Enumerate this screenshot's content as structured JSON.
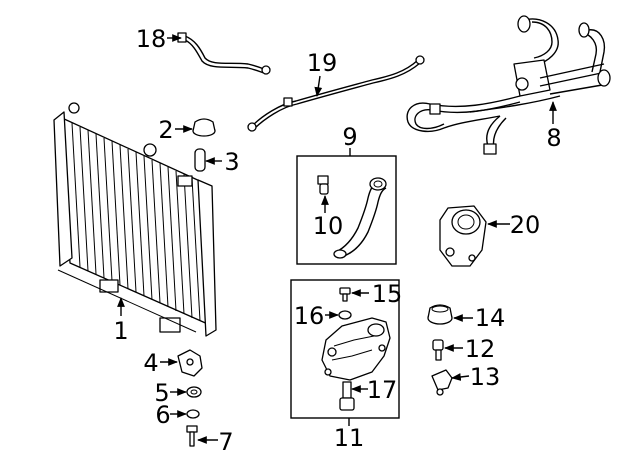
{
  "diagram": {
    "callouts": [
      {
        "id": "1",
        "text": "1"
      },
      {
        "id": "2",
        "text": "2"
      },
      {
        "id": "3",
        "text": "3"
      },
      {
        "id": "4",
        "text": "4"
      },
      {
        "id": "5",
        "text": "5"
      },
      {
        "id": "6",
        "text": "6"
      },
      {
        "id": "7",
        "text": "7"
      },
      {
        "id": "8",
        "text": "8"
      },
      {
        "id": "9",
        "text": "9"
      },
      {
        "id": "10",
        "text": "10"
      },
      {
        "id": "11",
        "text": "11"
      },
      {
        "id": "12",
        "text": "12"
      },
      {
        "id": "13",
        "text": "13"
      },
      {
        "id": "14",
        "text": "14"
      },
      {
        "id": "15",
        "text": "15"
      },
      {
        "id": "16",
        "text": "16"
      },
      {
        "id": "17",
        "text": "17"
      },
      {
        "id": "18",
        "text": "18"
      },
      {
        "id": "19",
        "text": "19"
      },
      {
        "id": "20",
        "text": "20"
      }
    ]
  }
}
